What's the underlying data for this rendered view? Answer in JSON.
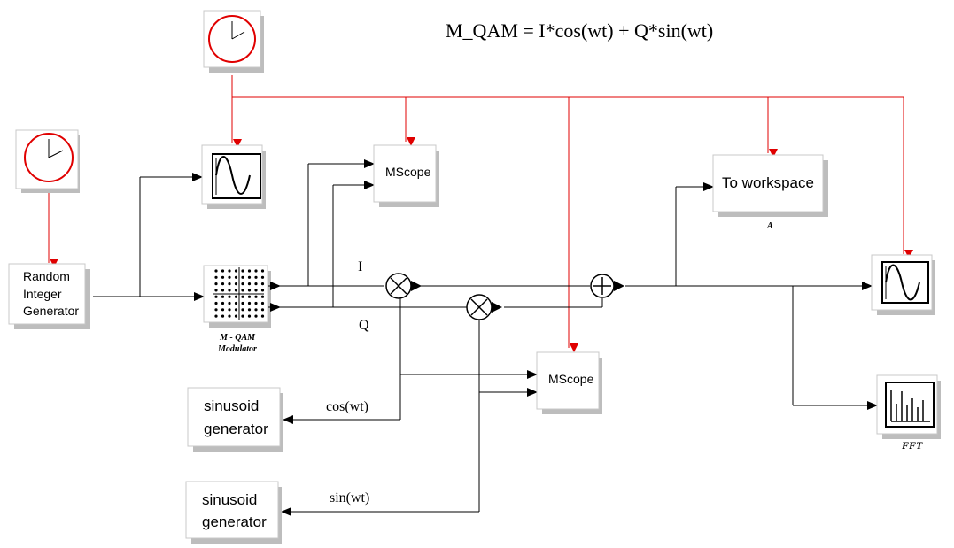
{
  "equation": "M_QAM = I*cos(wt) + Q*sin(wt)",
  "blocks": {
    "random_integer_generator": [
      "Random",
      "Integer",
      "Generator"
    ],
    "mscope_top": "MScope",
    "mscope_bottom": "MScope",
    "to_workspace": "To workspace",
    "to_workspace_caption": "A",
    "sinusoid_1": [
      "sinusoid",
      "generator"
    ],
    "sinusoid_2": [
      "sinusoid",
      "generator"
    ],
    "qam_modulator_caption": [
      "M - QAM",
      "Modulator"
    ],
    "fft_caption": "FFT"
  },
  "signals": {
    "i_label": "I",
    "q_label": "Q",
    "cos_label": "cos(wt)",
    "sin_label": "sin(wt)"
  },
  "colors": {
    "event_line": "#e00000",
    "data_line": "#000000",
    "block_shadow": "#bdbdbd"
  }
}
